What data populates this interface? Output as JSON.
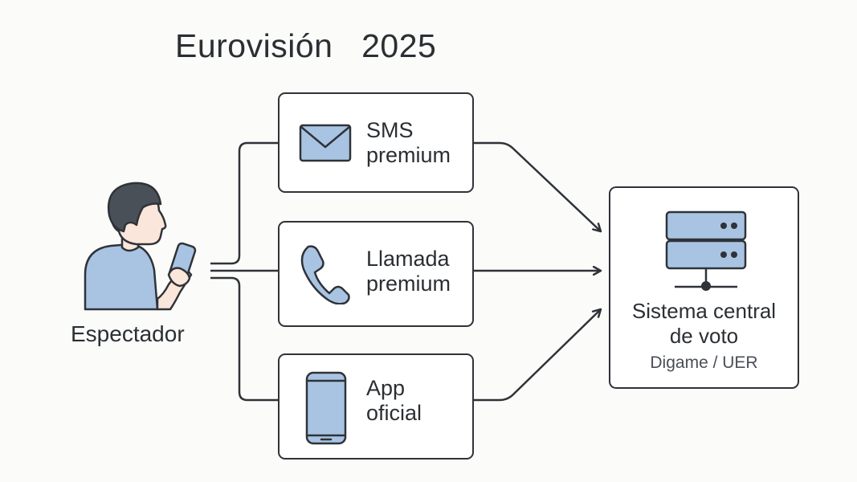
{
  "title": {
    "event": "Eurovisión",
    "year": "2025"
  },
  "viewer": {
    "label": "Espectador"
  },
  "channels": [
    {
      "line1": "SMS",
      "line2": "premium",
      "icon": "envelope-icon"
    },
    {
      "line1": "Llamada",
      "line2": "premium",
      "icon": "phone-icon"
    },
    {
      "line1": "App",
      "line2": "oficial",
      "icon": "smartphone-icon"
    }
  ],
  "central": {
    "line1": "Sistema central",
    "line2": "de voto",
    "sub": "Digame / UER",
    "icon": "server-icon"
  },
  "colors": {
    "accent_fill": "#a9c4e3",
    "stroke": "#2f3338",
    "skin": "#fbe6dc",
    "hair": "#4a5058"
  }
}
